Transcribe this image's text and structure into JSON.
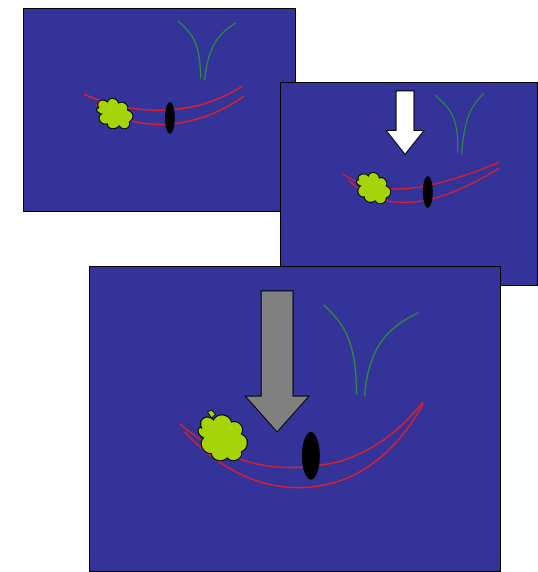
{
  "panels": [
    {
      "id": "panel-1",
      "arrow": "none"
    },
    {
      "id": "panel-2",
      "arrow": "white-down-arrow"
    },
    {
      "id": "panel-3",
      "arrow": "gray-down-arrow"
    }
  ],
  "colors": {
    "background": "#333399",
    "vessel": "#dd1f2e",
    "branch": "#2e8b3c",
    "blob": "#a6d40b",
    "blob_outline": "#000000",
    "plug": "#000000",
    "arrow_white": "#ffffff",
    "arrow_gray": "#808080"
  }
}
